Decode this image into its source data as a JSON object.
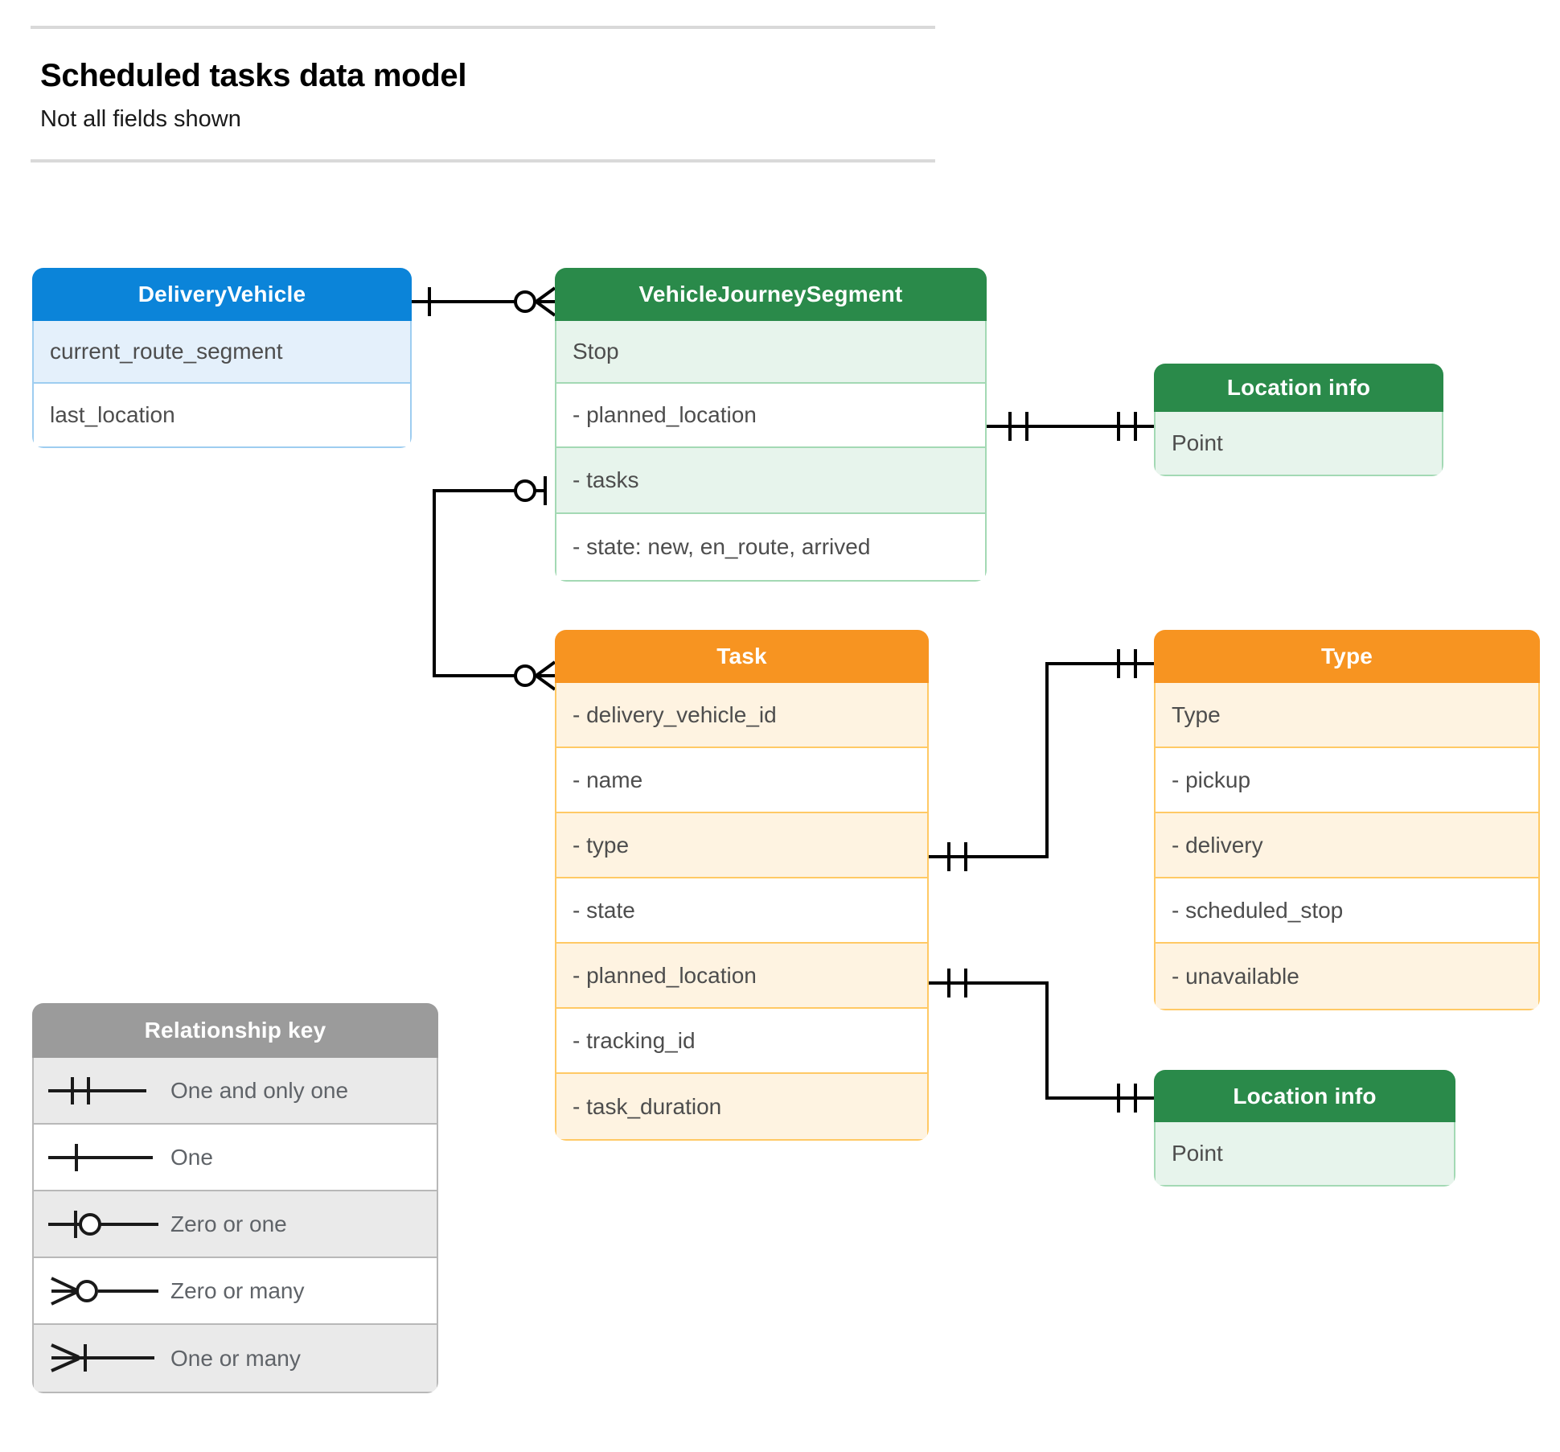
{
  "header": {
    "title": "Scheduled tasks data model",
    "subtitle": "Not all fields shown"
  },
  "colors": {
    "blue_header": "#0b84d9",
    "blue_row": "#e4f0fb",
    "blue_border": "#9ecdf0",
    "green_header": "#2a8a4a",
    "green_row": "#e7f4ec",
    "green_border": "#a3d9b4",
    "orange_header": "#f79421",
    "orange_row": "#fef3e1",
    "orange_border": "#ffc965",
    "gray_header": "#9b9b9b",
    "gray_row": "#eaeaea",
    "gray_border": "#b8b8b8",
    "connector": "#000000",
    "rule": "#d9d9d9"
  },
  "entities": {
    "delivery_vehicle": {
      "title": "DeliveryVehicle",
      "rows": [
        "current_route_segment",
        "last_location"
      ]
    },
    "vehicle_journey_segment": {
      "title": "VehicleJourneySegment",
      "rows": [
        "Stop",
        "-  planned_location",
        "- tasks",
        "- state: new, en_route, arrived"
      ]
    },
    "location_info_top": {
      "title": "Location info",
      "rows": [
        "Point"
      ]
    },
    "location_info_bottom": {
      "title": "Location info",
      "rows": [
        "Point"
      ]
    },
    "task": {
      "title": "Task",
      "rows": [
        "- delivery_vehicle_id",
        "- name",
        "- type",
        "- state",
        "- planned_location",
        "- tracking_id",
        "- task_duration"
      ]
    },
    "type": {
      "title": "Type",
      "rows": [
        "Type",
        "-   pickup",
        "-   delivery",
        "-   scheduled_stop",
        "-   unavailable"
      ]
    }
  },
  "legend": {
    "title": "Relationship key",
    "items": [
      {
        "symbol": "one-and-only-one",
        "label": "One and only one"
      },
      {
        "symbol": "one",
        "label": "One"
      },
      {
        "symbol": "zero-or-one",
        "label": "Zero or one"
      },
      {
        "symbol": "zero-or-many",
        "label": "Zero or many"
      },
      {
        "symbol": "one-or-many",
        "label": "One or many"
      }
    ]
  },
  "relationships": [
    {
      "name": "deliveryvehicle-to-vehiclejourneysegment",
      "from": "DeliveryVehicle",
      "from_cardinality": "One",
      "to": "VehicleJourneySegment",
      "to_cardinality": "Zero or many"
    },
    {
      "name": "vehiclejourneysegment-planned_location-to-location-info",
      "from": "VehicleJourneySegment.planned_location",
      "from_cardinality": "One and only one",
      "to": "Location info",
      "to_cardinality": "One and only one"
    },
    {
      "name": "vehiclejourneysegment-tasks-to-task",
      "from": "VehicleJourneySegment.tasks",
      "from_cardinality": "Zero or one",
      "to": "Task",
      "to_cardinality": "Zero or many"
    },
    {
      "name": "task-type-to-type",
      "from": "Task.type",
      "from_cardinality": "One and only one",
      "to": "Type",
      "to_cardinality": "One and only one"
    },
    {
      "name": "task-planned_location-to-location-info",
      "from": "Task.planned_location",
      "from_cardinality": "One and only one",
      "to": "Location info",
      "to_cardinality": "One and only one"
    }
  ]
}
